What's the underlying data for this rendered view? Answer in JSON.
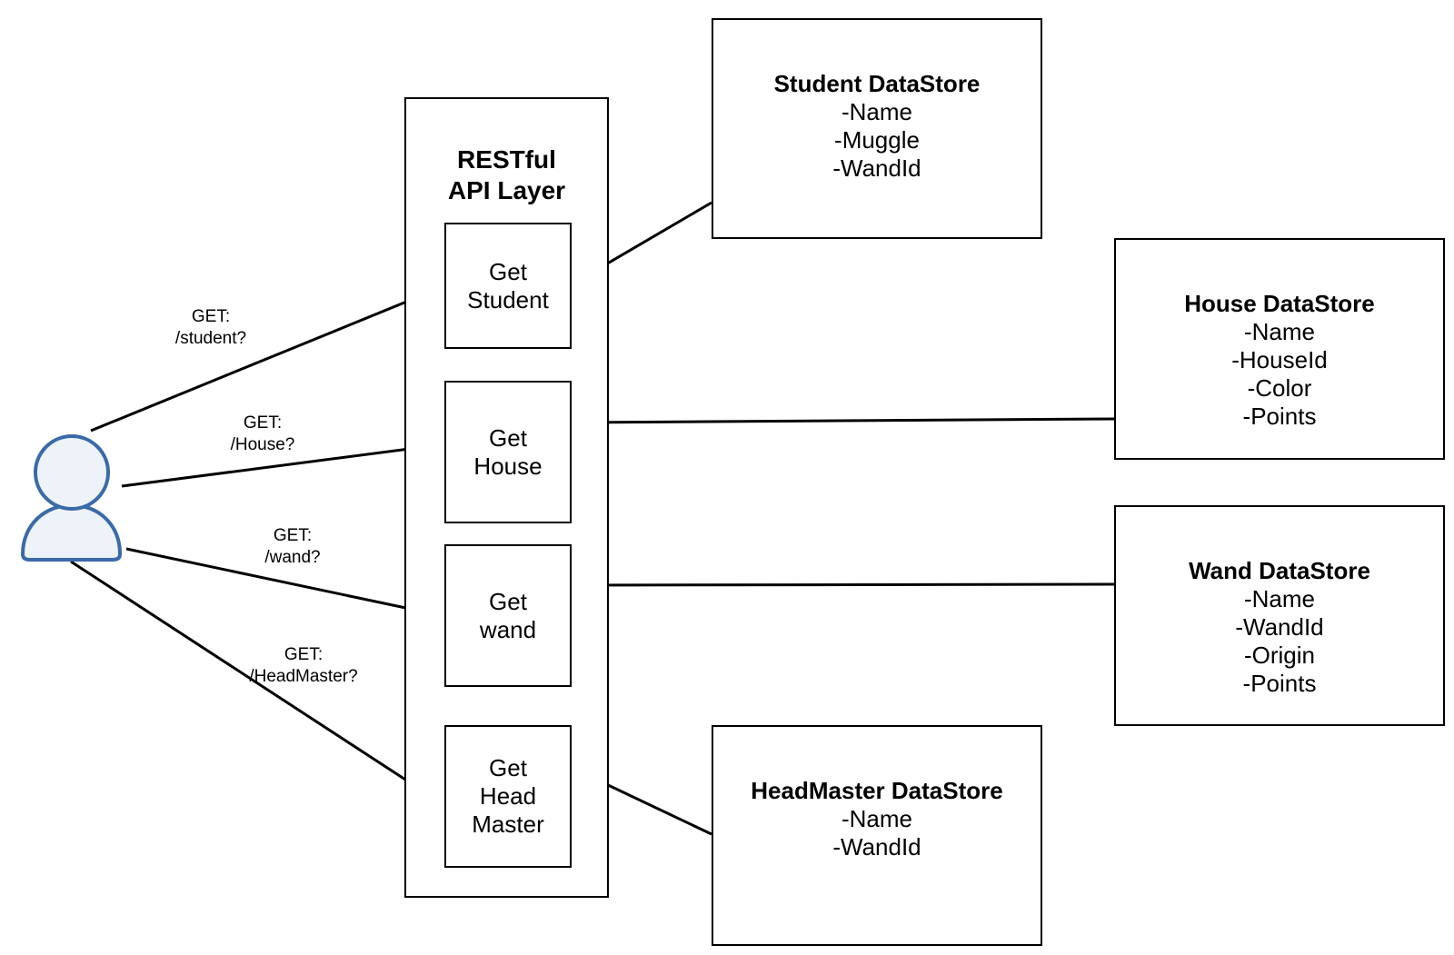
{
  "api_layer": {
    "title_line1": "RESTful",
    "title_line2": "API Layer"
  },
  "endpoints": [
    {
      "lines": [
        "Get",
        "Student"
      ]
    },
    {
      "lines": [
        "Get",
        "House"
      ]
    },
    {
      "lines": [
        "Get",
        "wand"
      ]
    },
    {
      "lines": [
        "Get",
        "Head",
        "Master"
      ]
    }
  ],
  "datastores": [
    {
      "title": "Student DataStore",
      "fields": [
        "-Name",
        "-Muggle",
        "-WandId"
      ]
    },
    {
      "title": "House DataStore",
      "fields": [
        "-Name",
        "-HouseId",
        "-Color",
        "-Points"
      ]
    },
    {
      "title": "Wand DataStore",
      "fields": [
        "-Name",
        "-WandId",
        "-Origin",
        "-Points"
      ]
    },
    {
      "title": "HeadMaster DataStore",
      "fields": [
        "-Name",
        "-WandId"
      ]
    }
  ],
  "requests": [
    {
      "method": "GET:",
      "path": "/student?"
    },
    {
      "method": "GET:",
      "path": "/House?"
    },
    {
      "method": "GET:",
      "path": "/wand?"
    },
    {
      "method": "GET:",
      "path": "/HeadMaster?"
    }
  ],
  "icons": {
    "client": "user-icon"
  },
  "colors": {
    "user_fill": "#eef2f9",
    "user_stroke": "#3a6aa8",
    "line": "#000000"
  }
}
